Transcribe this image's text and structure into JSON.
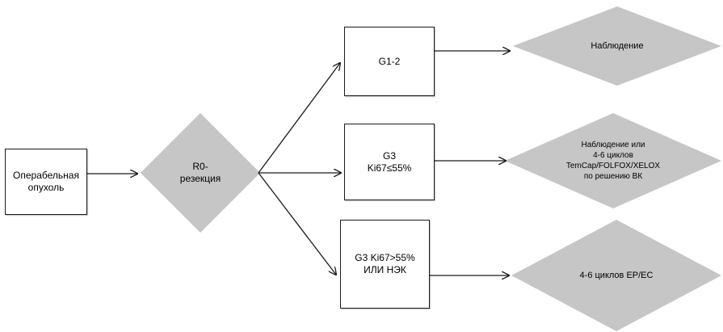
{
  "colors": {
    "diamond_fill": "#c6c6c6",
    "stroke": "#1a1a1a",
    "box_fill": "#ffffff"
  },
  "nodes": {
    "start": {
      "text": "Операбельная\nопухоль"
    },
    "resection": {
      "text": "R0-\nрезекция"
    },
    "grade_low": {
      "text": "G1-2"
    },
    "grade_g3": {
      "text": "G3\nKi67≤55%"
    },
    "grade_high": {
      "text": "G3 Ki67>55%\nИЛИ НЭК"
    },
    "outcome_observation": {
      "text": "Наблюдение"
    },
    "outcome_choice": {
      "text": "Наблюдение или\n4-6 циклов\nTemCap/FOLFOX/XELOX\nпо решению ВК"
    },
    "outcome_chemo": {
      "text": "4-6 циклов EP/EC"
    }
  }
}
